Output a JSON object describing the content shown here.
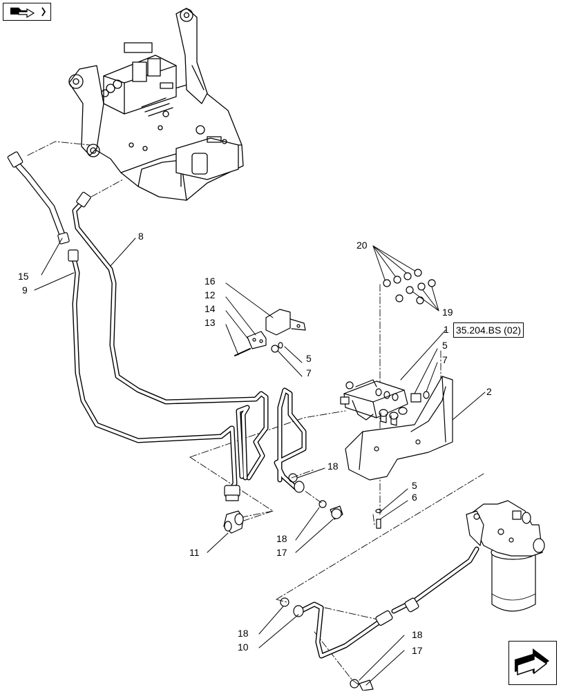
{
  "reference": "35.204.BS (02)",
  "callouts": {
    "c20": "20",
    "c19": "19",
    "c1": "1",
    "c2": "2",
    "c5a": "5",
    "c7a": "7",
    "c5b": "5",
    "c7b": "7",
    "c5c": "5",
    "c6": "6",
    "c8": "8",
    "c9": "9",
    "c10": "10",
    "c11": "11",
    "c12": "12",
    "c13": "13",
    "c14": "14",
    "c15": "15",
    "c16": "16",
    "c17a": "17",
    "c17b": "17",
    "c18a": "18",
    "c18b": "18",
    "c18c": "18",
    "c18d": "18"
  },
  "icons": {
    "top": "book-pointer-icon",
    "bottom": "next-page-arrow-icon"
  }
}
